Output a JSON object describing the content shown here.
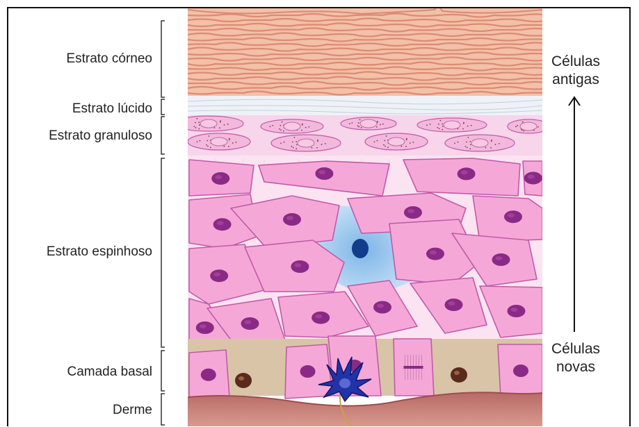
{
  "layers": [
    {
      "key": "corneo",
      "label": "Estrato córneo"
    },
    {
      "key": "lucido",
      "label": "Estrato lúcido"
    },
    {
      "key": "granuloso",
      "label": "Estrato granuloso"
    },
    {
      "key": "espinhoso",
      "label": "Estrato espinhoso"
    },
    {
      "key": "basal",
      "label": "Camada basal"
    },
    {
      "key": "derme",
      "label": "Derme"
    }
  ],
  "side": {
    "top_line1": "Células",
    "top_line2": "antigas",
    "bottom_line1": "Células",
    "bottom_line2": "novas"
  },
  "colors": {
    "corneo": "#f0b49a",
    "lucido": "#eef3f8",
    "cell_fill": "#f5a8d8",
    "cell_stroke": "#c05aa8",
    "nucleus": "#8a2a86",
    "melanocyte": "#1e2e9a",
    "langerhans": "#8fc6ec",
    "basal_matrix": "#d6c2a6",
    "derme": "#c8807a"
  }
}
